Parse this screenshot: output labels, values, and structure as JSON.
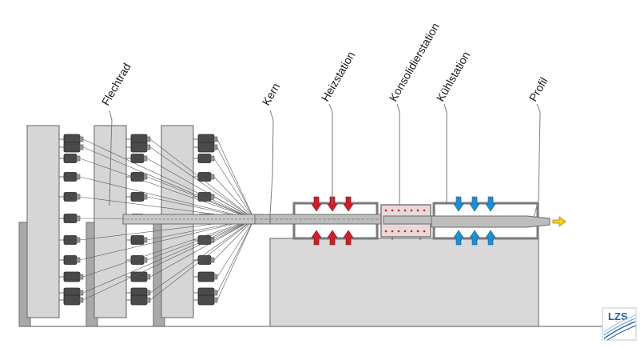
{
  "labels": {
    "flechtrad": "Flechtrad",
    "kern": "Kern",
    "heizstation": "Heizstation",
    "konsolidierstation": "Konsolidierstation",
    "kuehlstation": "Kühlstation",
    "profil": "Profil"
  },
  "logo": {
    "text": "LZS"
  },
  "colors": {
    "heat_arrow": "#cc1f2a",
    "cool_arrow": "#1e8fd0",
    "output_arrow": "#f2d21c",
    "frame": "#d6d6d6",
    "frame_stroke": "#7a7a7a",
    "bobbin": "#4a4a4a",
    "logo": "#1f5f9a"
  }
}
